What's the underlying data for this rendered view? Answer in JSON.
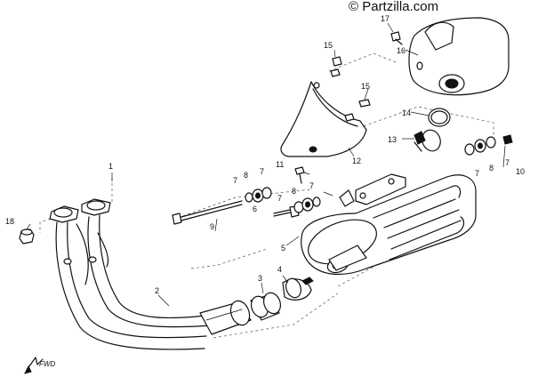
{
  "watermark": "© Partzilla.com",
  "direction_label": "FWD",
  "callouts": [
    {
      "id": "c1",
      "label": "1"
    },
    {
      "id": "c2",
      "label": "2"
    },
    {
      "id": "c3",
      "label": "3"
    },
    {
      "id": "c4",
      "label": "4"
    },
    {
      "id": "c5",
      "label": "5"
    },
    {
      "id": "c6",
      "label": "6"
    },
    {
      "id": "c7a",
      "label": "7"
    },
    {
      "id": "c7b",
      "label": "7"
    },
    {
      "id": "c7c",
      "label": "7"
    },
    {
      "id": "c7d",
      "label": "7"
    },
    {
      "id": "c7e",
      "label": "7"
    },
    {
      "id": "c7f",
      "label": "7"
    },
    {
      "id": "c8a",
      "label": "8"
    },
    {
      "id": "c8b",
      "label": "8"
    },
    {
      "id": "c8c",
      "label": "8"
    },
    {
      "id": "c9",
      "label": "9"
    },
    {
      "id": "c10",
      "label": "10"
    },
    {
      "id": "c11",
      "label": "11"
    },
    {
      "id": "c12",
      "label": "12"
    },
    {
      "id": "c13",
      "label": "13"
    },
    {
      "id": "c14",
      "label": "14"
    },
    {
      "id": "c15a",
      "label": "15"
    },
    {
      "id": "c15b",
      "label": "15"
    },
    {
      "id": "c16",
      "label": "16"
    },
    {
      "id": "c17",
      "label": "17"
    },
    {
      "id": "c18",
      "label": "18"
    }
  ]
}
